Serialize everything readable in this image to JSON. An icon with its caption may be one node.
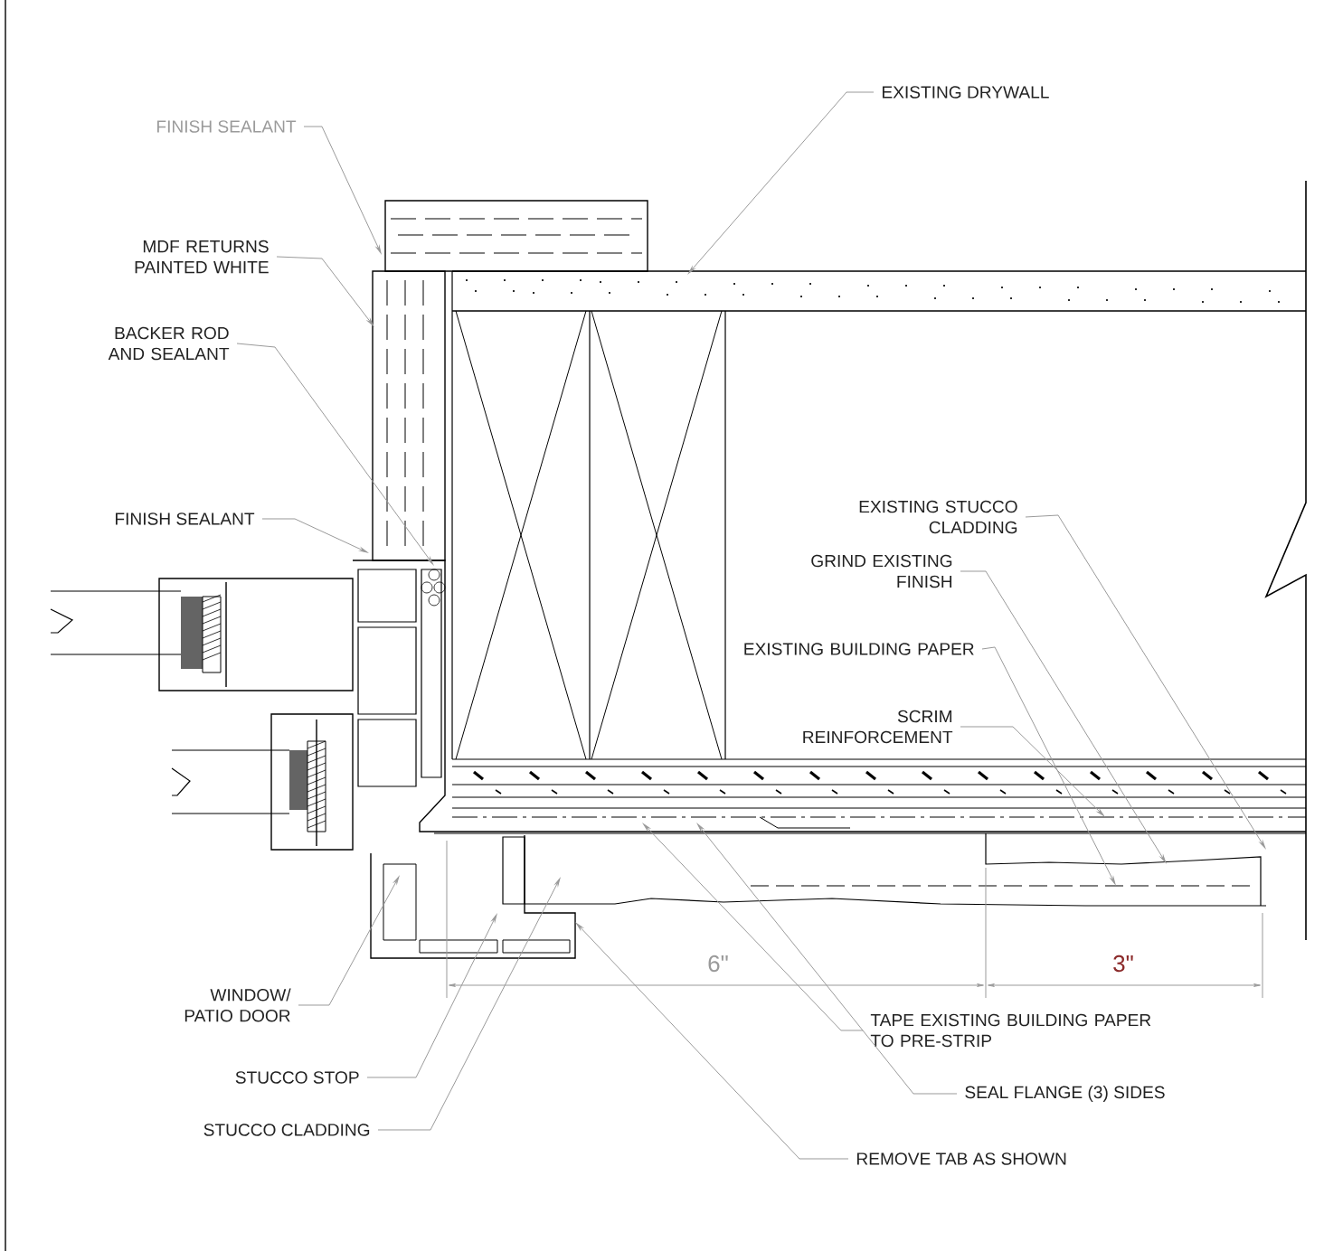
{
  "diagram": {
    "nodes": [
      {
        "text": [
          "EXISTING DRYWALL"
        ]
      },
      {
        "text": [
          "FINISH SEALANT"
        ]
      },
      {
        "text": [
          "MDF RETURNS PAINTED WHITE"
        ]
      },
      {
        "text": [
          "BACKER ROD AND SEALANT"
        ]
      },
      {
        "text": [
          "FINISH SEALANT"
        ]
      },
      {
        "text": [
          "EXISTING STUCCO CLADDING"
        ]
      },
      {
        "text": [
          "GRIND EXISTING FINISH"
        ]
      },
      {
        "text": [
          "EXISTING BUILDING PAPER"
        ]
      },
      {
        "text": [
          "SCRIM REINFORCEMENT"
        ]
      },
      {
        "text": [
          "WINDOW/ PATIO DOOR"
        ]
      },
      {
        "text": [
          "STUCCO STOP"
        ]
      },
      {
        "text": [
          "STUCCO CLADDING"
        ]
      },
      {
        "text": [
          "TAPE EXISTING BUILDING PAPER TO PRE-STRIP"
        ]
      },
      {
        "text": [
          "SEAL FLANGE (3) SIDES"
        ]
      },
      {
        "text": [
          "REMOVE TAB AS SHOWN"
        ]
      }
    ],
    "edges": [
      {
        "from": 0,
        "to": null,
        "arrow": "to"
      },
      {
        "from": 1,
        "to": null,
        "arrow": "to"
      },
      {
        "from": 2,
        "to": null,
        "arrow": "to"
      },
      {
        "from": 3,
        "to": null,
        "arrow": "to"
      },
      {
        "from": 4,
        "to": null,
        "arrow": "to"
      },
      {
        "from": 5,
        "to": null,
        "arrow": "to"
      },
      {
        "from": 6,
        "to": null,
        "arrow": "to"
      },
      {
        "from": 7,
        "to": null,
        "arrow": "to"
      },
      {
        "from": 8,
        "to": null,
        "arrow": "to"
      },
      {
        "from": 9,
        "to": null,
        "arrow": "to"
      },
      {
        "from": 10,
        "to": null,
        "arrow": "to"
      },
      {
        "from": 11,
        "to": null,
        "arrow": "to"
      },
      {
        "from": 12,
        "to": null,
        "arrow": "to"
      },
      {
        "from": 13,
        "to": null,
        "arrow": "to"
      },
      {
        "from": 14,
        "to": null,
        "arrow": "to"
      }
    ],
    "labels": [
      "6\"",
      "3\""
    ]
  }
}
